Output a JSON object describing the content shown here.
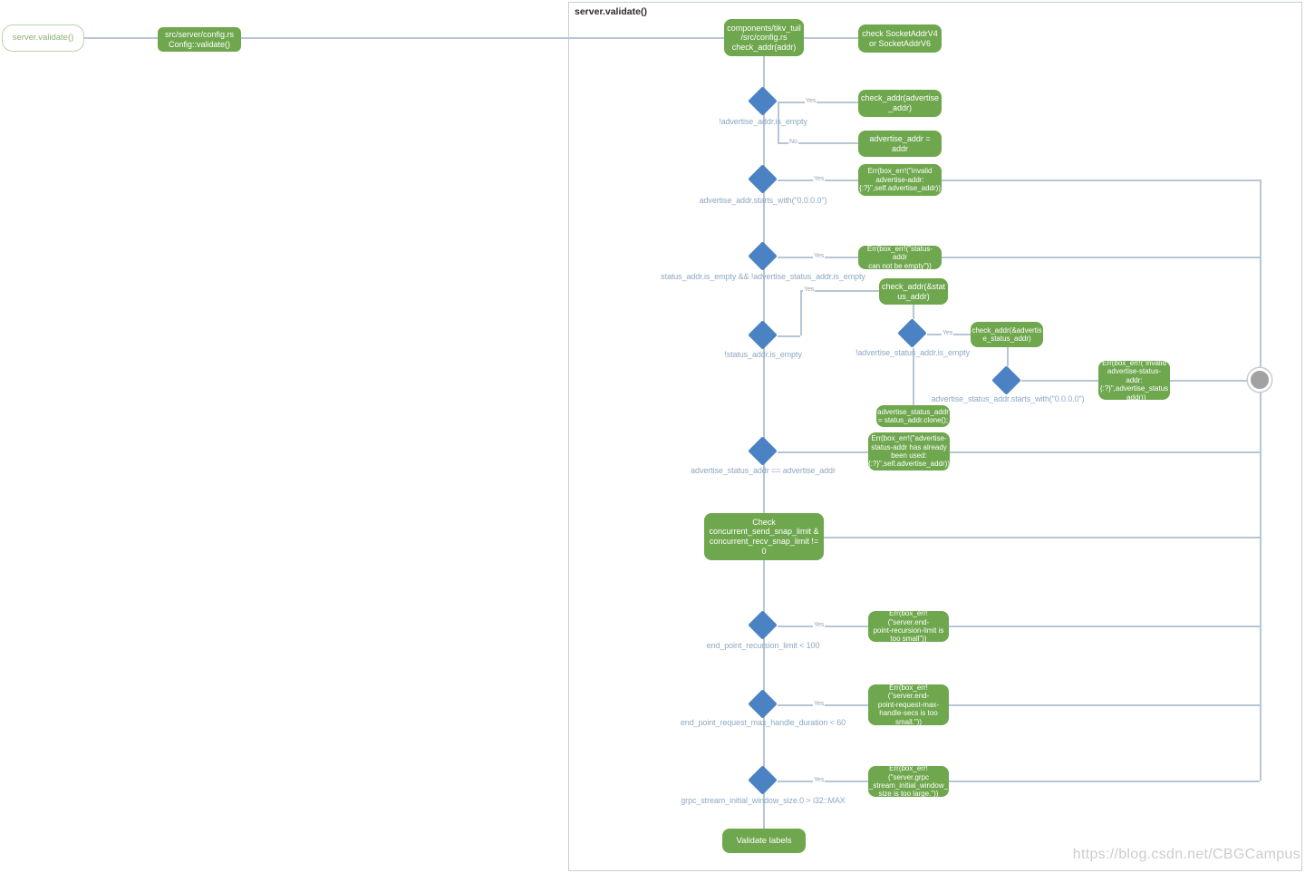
{
  "frame": {
    "title": "server.validate()"
  },
  "start": {
    "label": "server.validate()"
  },
  "entry": {
    "label": "src/server/config.rs\nConfig::validate()"
  },
  "labels": {
    "yes": "Yes",
    "no": "No"
  },
  "watermark": "https://blog.csdn.net/CBGCampus",
  "colors": {
    "box_green": "#6fa74e",
    "diamond_blue": "#4a82c4",
    "line": "#b6c6d6",
    "condition_text": "#8ea8c3",
    "end_node_gray": "#a2a2a2"
  },
  "boxes": {
    "check_addr_fn": "components/tikv_tuil\n/src/config.rs\ncheck_addr(addr)",
    "check_socket": "check SocketAddrV4\nor SocketAddrV6",
    "check_addr_advertise": "check_addr(advertise\n_addr)",
    "assign_advertise": "advertise_addr =\naddr",
    "err_invalid_advertise": "Err(box_err!(\"invalid\nadvertise-addr:\n{:?}\",self.advertise_addr))",
    "err_status_empty": "Err(box_err!(\"status-addr\ncan not be empty\"))",
    "check_addr_status": "check_addr(&stat\nus_addr)",
    "check_addr_adv_status": "check_addr(&advertis\ne_status_addr)",
    "err_invalid_adv_status": "Err(box_err!(\"invalid\nadvertise-status-addr:\n{:?}\",advertise_status\n_addr))",
    "assign_clone": "advertise_status_addr\n= status_addr.clone();",
    "err_already_used": "Err(box_err!(\"advertise-\nstatus-addr has already\nbeen used:\n{:?}\",self.advertise_addr))",
    "check_concurrent": "Check\nconcurrent_send_snap_limit &\nconcurrent_recv_snap_limit !=\n0",
    "err_recursion_limit": "Err(box_err!(\"server.end-\npoint-recursion-limit is\ntoo small\"))",
    "err_handle_secs": "Err(box_err!(\"server.end-\npoint-request-max-\nhandle-secs is too\nsmall.\"))",
    "err_window_size": "Err(box_err!(\"server.grpc\n_stream_initial_window_\nsize is too large.\"))",
    "validate_labels": "Validate labels"
  },
  "conditions": {
    "c1": "!advertise_addr.is_empty",
    "c2": "advertise_addr.starts_with(\"0.0.0.0\")",
    "c3": "status_addr.is_empty && !advertise_status_addr.is_empty",
    "c4": "!status_addr.is_empty",
    "c5": "!advertise_status_addr.is_empty",
    "c6": "advertise_status_addr.starts_with(\"0.0.0.0\")",
    "c7": "advertise_status_addr == advertise_addr",
    "c8": "end_point_recursion_limit < 100",
    "c9": "end_point_request_max_handle_duration < 60",
    "c10": "grpc_stream_initial_window_size.0 > i32::MAX"
  }
}
